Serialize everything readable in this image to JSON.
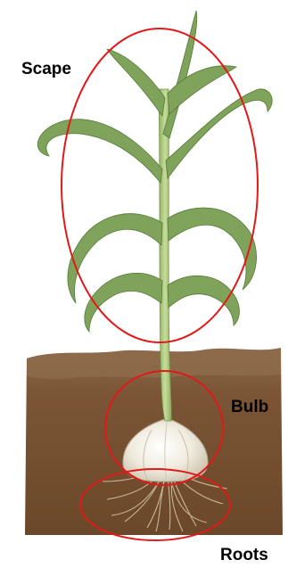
{
  "labels": {
    "scape": "Scape",
    "bulb": "Bulb",
    "roots": "Roots"
  },
  "colors": {
    "annotation_outline": "#e01a1a",
    "label_text": "#000000",
    "leaf_green": "#7fa35a",
    "stalk_green": "#a9c77a",
    "soil_top": "#7a5a3c",
    "soil_body": "#7b5433",
    "bulb_white": "#f1ece0",
    "root_color": "#c9b79a"
  },
  "icons": {
    "plant": "garlic-plant-illustration"
  }
}
